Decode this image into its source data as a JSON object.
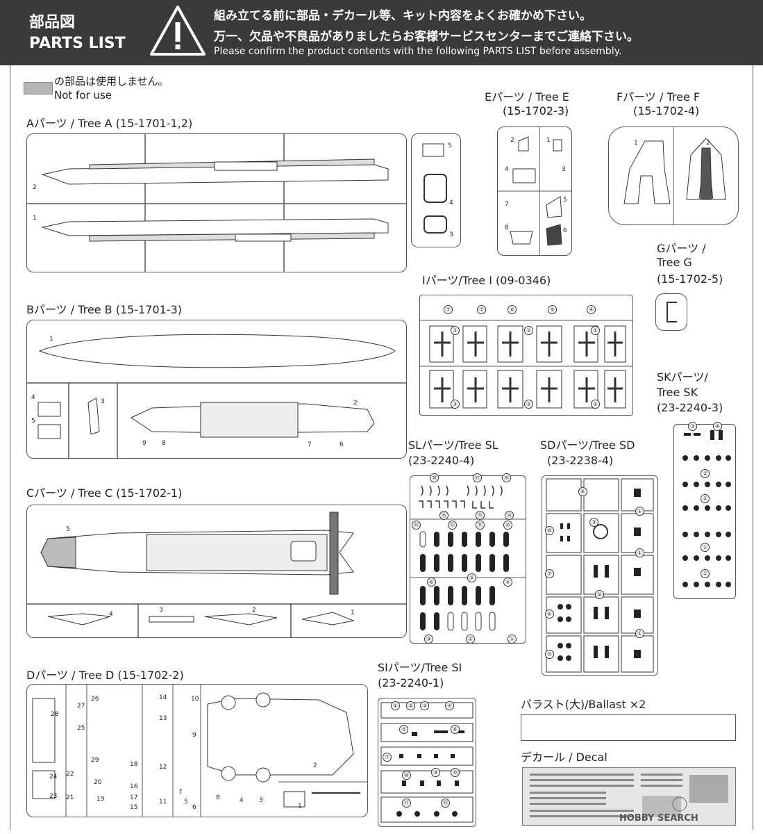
{
  "header": {
    "title_jp": "部品図",
    "title_en": "PARTS LIST",
    "line1": "組み立てる前に部品・デカール等、キット内容をよくお確かめ下さい。",
    "line2": "万一、欠品や不良品がありましたらお客様サービスセンターまでご連絡下さい。",
    "line_en": "Please confirm the product contents with the following PARTS LIST before assembly."
  },
  "legend": {
    "jp": "の部品は使用しません。",
    "en": "Not for use"
  },
  "trees": {
    "A": {
      "label": "Aパーツ / Tree A (15-1701-1,2)"
    },
    "B": {
      "label": "Bパーツ / Tree B (15-1701-3)"
    },
    "C": {
      "label": "Cパーツ / Tree C (15-1702-1)"
    },
    "D": {
      "label": "Dパーツ / Tree D (15-1702-2)"
    },
    "E": {
      "label1": "Eパーツ / Tree E",
      "label2": "(15-1702-3)"
    },
    "F": {
      "label1": "Fパーツ / Tree F",
      "label2": "(15-1702-4)"
    },
    "G": {
      "label1": "Gパーツ /",
      "label2": "Tree G",
      "label3": "(15-1702-5)"
    },
    "I": {
      "label": "Iパーツ/Tree I (09-0346)"
    },
    "SK": {
      "label1": "SKパーツ/",
      "label2": "Tree SK",
      "label3": "(23-2240-3)"
    },
    "SL": {
      "label1": "SLパーツ/Tree SL",
      "label2": "(23-2240-4)"
    },
    "SD": {
      "label1": "SDパーツ/Tree SD",
      "label2": "(23-2238-4)"
    },
    "SI": {
      "label1": "SIパーツ/Tree SI",
      "label2": "(23-2240-1)"
    }
  },
  "part_numbers": {
    "A": [
      "5",
      "4",
      "3",
      "2",
      "1"
    ],
    "B": [
      "1",
      "3",
      "4",
      "5",
      "2",
      "9",
      "8",
      "7",
      "6"
    ],
    "C": [
      "5",
      "4",
      "3",
      "2",
      "1"
    ],
    "D": [
      "28",
      "27",
      "26",
      "14",
      "10",
      "25",
      "13",
      "9",
      "29",
      "24",
      "22",
      "18",
      "12",
      "20",
      "16",
      "23",
      "21",
      "19",
      "17",
      "15",
      "11",
      "7",
      "5",
      "4",
      "3",
      "6",
      "1",
      "2",
      "8"
    ],
    "E": [
      "2",
      "1",
      "4",
      "3",
      "7",
      "5",
      "8",
      "6"
    ],
    "F": [
      "1",
      "2"
    ],
    "I": [
      "⑦",
      "⑦",
      "⑥",
      "⑤",
      "④",
      "③",
      "③",
      "②",
      "②",
      "①",
      "①"
    ],
    "SL": [
      "⑱",
      "⑰",
      "⑯",
      "⑯",
      "⑮",
      "⑭",
      "⑬",
      "⑫",
      "⑪",
      "⑩",
      "⑥",
      "⑤",
      "④",
      "③",
      "②",
      "①"
    ],
    "SD": [
      "④",
      "①",
      "③",
      "⑧",
      "⑦",
      "①",
      "⑥",
      "②",
      "⑤",
      "①"
    ],
    "SK": [
      "③",
      "④",
      "②",
      "②",
      "①",
      "①"
    ],
    "SI": [
      "①",
      "②",
      "③",
      "④",
      "⑤",
      "⑥",
      "⑦",
      "⑧",
      "⑨",
      "⑩",
      "⑪",
      "⑫"
    ]
  },
  "ballast": {
    "label": "バラスト(大)/Ballast ×2"
  },
  "decal": {
    "label": "デカール / Decal"
  },
  "watermark": "HOBBY SEARCH"
}
